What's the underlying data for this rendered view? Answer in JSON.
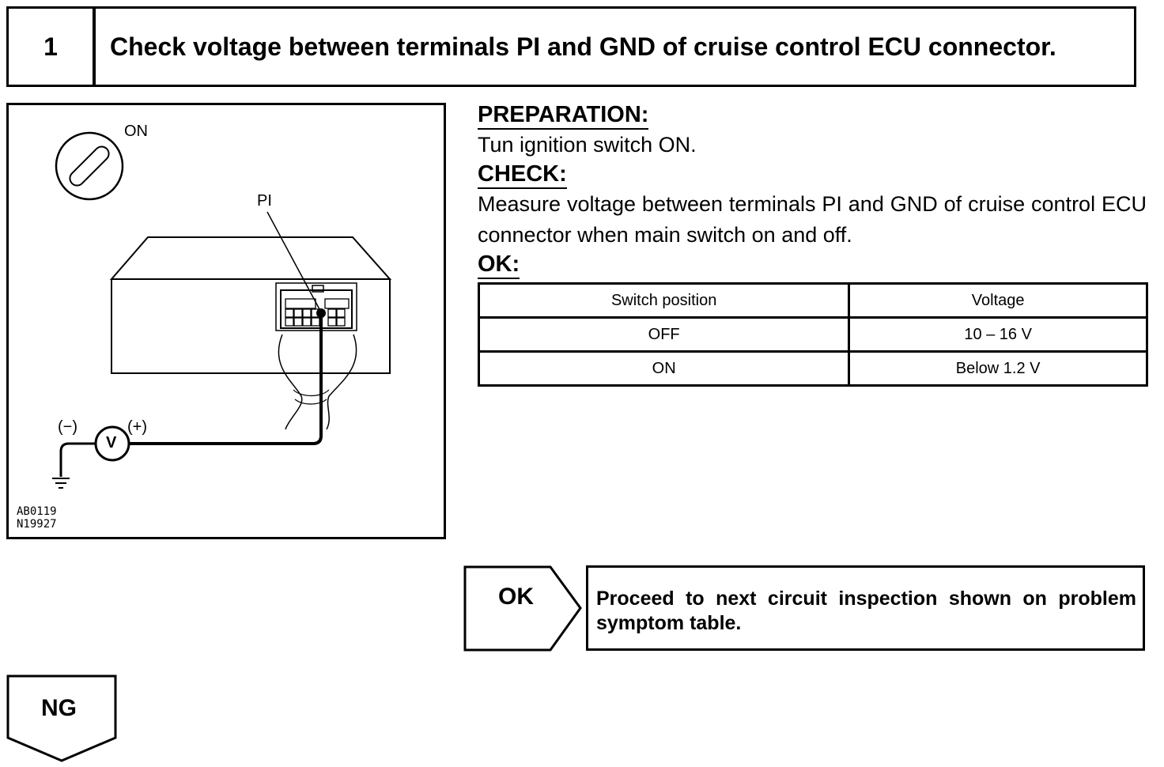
{
  "step": {
    "number": "1",
    "title": "Check voltage between terminals PI and GND of cruise control ECU connector."
  },
  "diagram": {
    "ignition_label": "ON",
    "terminal_label": "PI",
    "negative_label": "(−)",
    "positive_label": "(+)",
    "meter_label": "V",
    "codes": [
      "AB0119",
      "N19927"
    ]
  },
  "procedure": {
    "preparation": {
      "heading": "PREPARATION:",
      "text": "Tun ignition switch ON."
    },
    "check": {
      "heading": "CHECK:",
      "text": "Measure voltage between terminals PI and GND of cruise con­trol ECU connector when main switch on and off."
    },
    "ok": {
      "heading": "OK:",
      "columns": [
        "Switch position",
        "Voltage"
      ],
      "rows": [
        [
          "OFF",
          "10 – 16 V"
        ],
        [
          "ON",
          "Below 1.2 V"
        ]
      ]
    }
  },
  "results": {
    "ok_label": "OK",
    "ok_text": "Proceed to next circuit inspection shown on pro­blem symptom table.",
    "ng_label": "NG"
  }
}
